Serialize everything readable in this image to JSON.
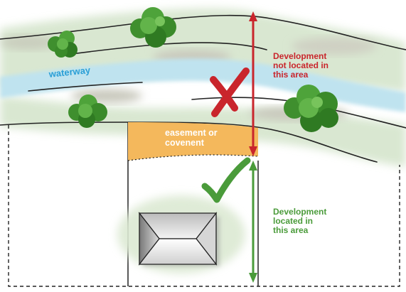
{
  "labels": {
    "waterway": "waterway",
    "easement": [
      "easement or",
      "covenent"
    ],
    "not_located": [
      "Development",
      "not located in",
      "this area"
    ],
    "located": [
      "Development",
      "located in",
      "this area"
    ]
  },
  "icons": {
    "cross": "red-cross-icon",
    "check": "green-checkmark-icon",
    "house": "house-roof-icon",
    "trees": "tree-icon"
  },
  "colors": {
    "waterway": "#bfe3ef",
    "waterway_text": "#2a9fd6",
    "bank_green": "#d7e6cf",
    "easement": "#f4b85c",
    "easement_text": "#ffffff",
    "red": "#c9252c",
    "green": "#4a9b3a",
    "tree": "#3f8f2e",
    "boundary": "#222222"
  }
}
